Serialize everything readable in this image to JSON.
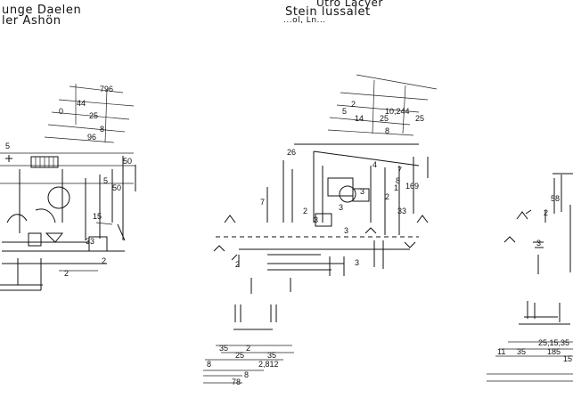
{
  "headers": {
    "left_line1": "unge Daelen",
    "left_line2": "ler Ashön",
    "center_line1": "Utro Läcyer",
    "center_line2": "Stein lussalet",
    "center_line3": "...ol, Ln..."
  },
  "left_view": {
    "dimensions": [
      "796",
      "44",
      "0",
      "25",
      "8",
      "96",
      "5",
      "50",
      "5",
      "50",
      "15",
      "33",
      "2",
      "2"
    ]
  },
  "center_view": {
    "top_dimensions": [
      "2",
      "10,244",
      "25",
      "5",
      "14",
      "25",
      "8"
    ],
    "body_dimensions": [
      "26",
      "4",
      "7",
      "7",
      "2",
      "3",
      "3",
      "1",
      "8",
      "2",
      "3",
      "33",
      "169",
      "3",
      "2",
      "3"
    ],
    "bottom_dimensions": [
      "35",
      "2",
      "25",
      "35",
      "2,812",
      "8",
      "78",
      "8"
    ]
  },
  "right_view": {
    "dimensions": [
      "58",
      "2",
      "3",
      "25,15,35",
      "11",
      "35",
      "185",
      "15"
    ]
  }
}
